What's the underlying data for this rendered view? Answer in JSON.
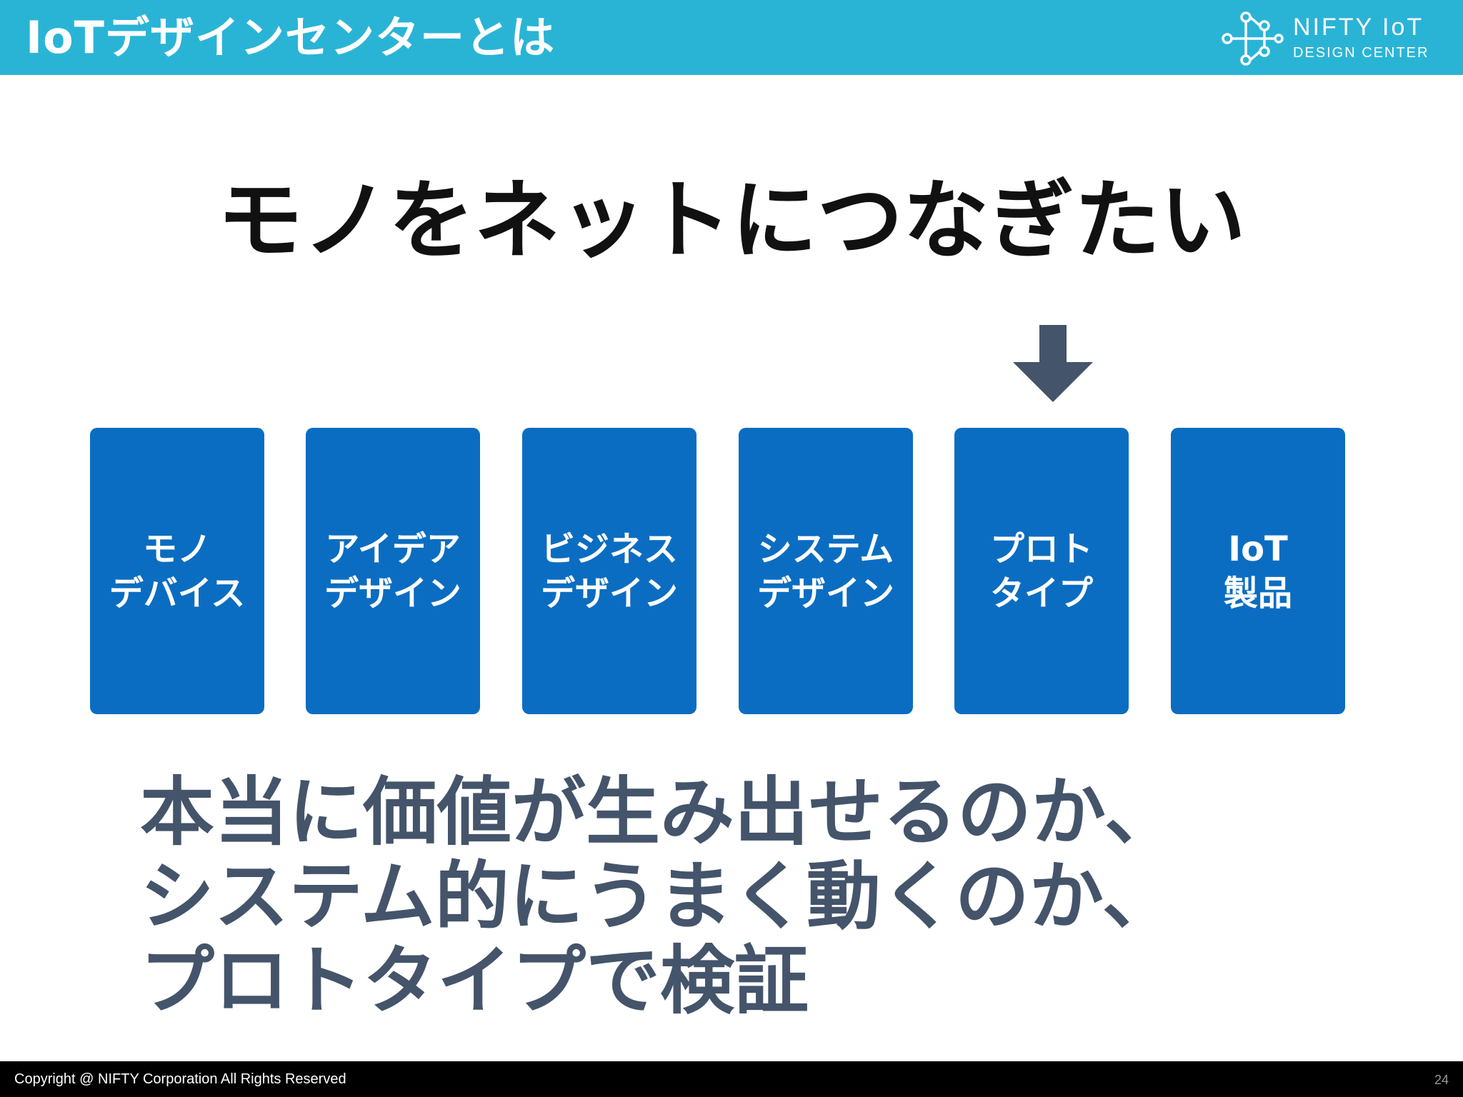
{
  "header": {
    "title": "IoTデザインセンターとは",
    "logo": {
      "name": "NIFTY IoT",
      "subtitle": "DESIGN CENTER",
      "icon": "circuit-network-icon"
    }
  },
  "headline": "モノをネットにつなぎたい",
  "arrow": {
    "icon": "down-arrow-icon",
    "points_to": "プロトタイプ"
  },
  "process": [
    {
      "label": "モノ\nデバイス"
    },
    {
      "label": "アイデア\nデザイン"
    },
    {
      "label": "ビジネス\nデザイン"
    },
    {
      "label": "システム\nデザイン"
    },
    {
      "label": "プロト\nタイプ"
    },
    {
      "label": "IoT\n製品"
    }
  ],
  "message": {
    "lines": [
      "本当に価値が生み出せるのか、",
      "システム的にうまく動くのか、",
      "プロトタイプで検証"
    ]
  },
  "footer": {
    "copyright": "Copyright @ NIFTY Corporation All Rights Reserved",
    "page": "24"
  },
  "colors": {
    "header": "#29b4d6",
    "box": "#0b6dc1",
    "arrow": "#44546a",
    "message": "#44546a",
    "footer": "#000000"
  }
}
